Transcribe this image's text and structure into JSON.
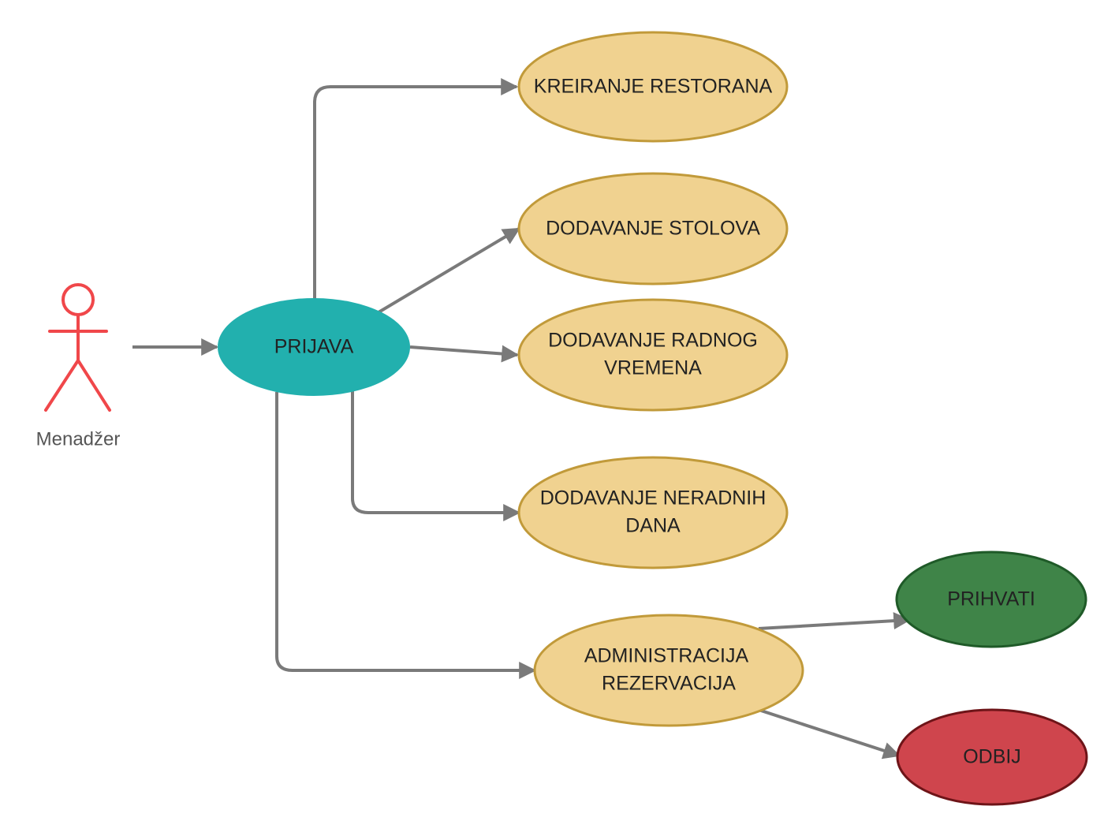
{
  "actor": {
    "label": "Menadžer"
  },
  "nodes": {
    "prijava": "PRIJAVA",
    "kreiranje_restorana": "KREIRANJE RESTORANA",
    "dodavanje_stolova": "DODAVANJE STOLOVA",
    "dodavanje_radnog_vremena": [
      "DODAVANJE RADNOG",
      "VREMENA"
    ],
    "dodavanje_neradnih_dana": [
      "DODAVANJE NERADNIH",
      "DANA"
    ],
    "administracija_rezervacija": [
      "ADMINISTRACIJA",
      "REZERVACIJA"
    ],
    "prihvati": "PRIHVATI",
    "odbij": "ODBIJ"
  },
  "colors": {
    "actor": "#f0474a",
    "prijava_fill": "#22b0ae",
    "usecase_fill": "#f0d290",
    "usecase_stroke": "#c19a3a",
    "prihvati_fill": "#3f8448",
    "prihvati_stroke": "#1f5a28",
    "odbij_fill": "#cf454d",
    "odbij_stroke": "#6e1418",
    "edge": "#7a7a7a"
  }
}
